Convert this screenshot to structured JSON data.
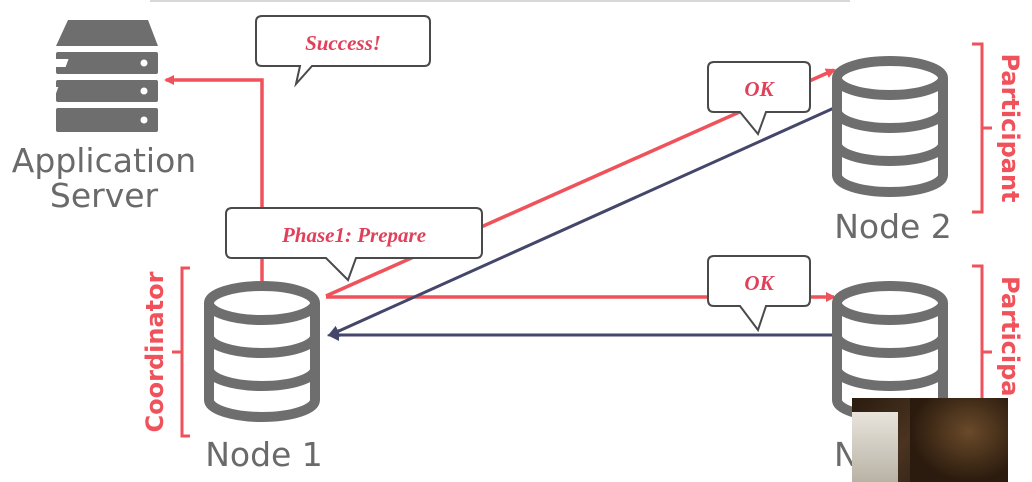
{
  "app_server": {
    "label_line1": "Application",
    "label_line2": "Server"
  },
  "nodes": {
    "node1": "Node 1",
    "node2": "Node 2",
    "node3": "N"
  },
  "roles": {
    "coordinator": "Coordinator",
    "participant_top": "Participant",
    "participant_bottom": "Participa"
  },
  "bubbles": {
    "success": "Success!",
    "prepare": "Phase1: Prepare",
    "ok_top": "OK",
    "ok_bottom": "OK"
  },
  "colors": {
    "request_arrow": "#f0525b",
    "response_arrow": "#44466a",
    "database_gray": "#6e6e6e",
    "bubble_text": "#e0405a",
    "label_gray": "#6a6a6a"
  }
}
